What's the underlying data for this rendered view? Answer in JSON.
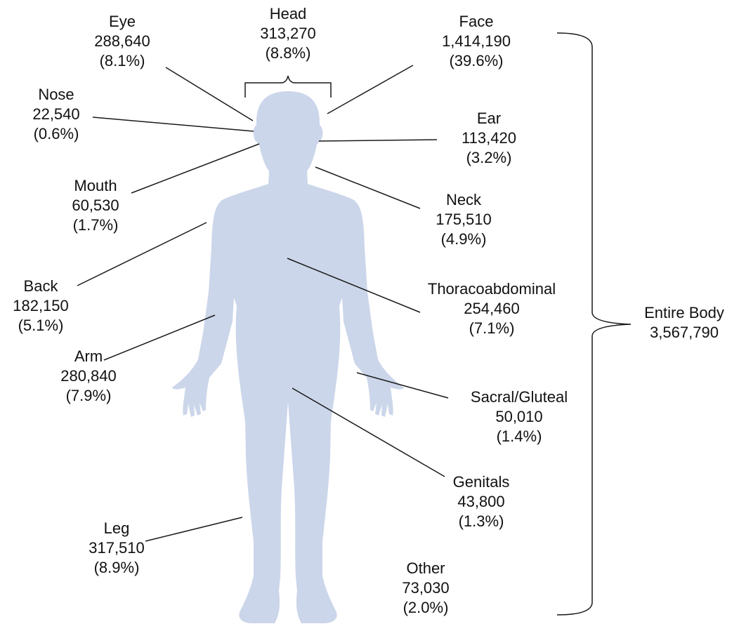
{
  "colors": {
    "body": "#ccd6ea",
    "line": "#1a1a1a"
  },
  "regions": {
    "eye": {
      "name": "Eye",
      "count": "288,640",
      "pct": "(8.1%)"
    },
    "head": {
      "name": "Head",
      "count": "313,270",
      "pct": "(8.8%)"
    },
    "face": {
      "name": "Face",
      "count": "1,414,190",
      "pct": "(39.6%)"
    },
    "nose": {
      "name": "Nose",
      "count": "22,540",
      "pct": "(0.6%)"
    },
    "ear": {
      "name": "Ear",
      "count": "113,420",
      "pct": "(3.2%)"
    },
    "mouth": {
      "name": "Mouth",
      "count": "60,530",
      "pct": "(1.7%)"
    },
    "neck": {
      "name": "Neck",
      "count": "175,510",
      "pct": "(4.9%)"
    },
    "back": {
      "name": "Back",
      "count": "182,150",
      "pct": "(5.1%)"
    },
    "thoracoabdominal": {
      "name": "Thoracoabdominal",
      "count": "254,460",
      "pct": "(7.1%)"
    },
    "arm": {
      "name": "Arm",
      "count": "280,840",
      "pct": "(7.9%)"
    },
    "sacral": {
      "name": "Sacral/Gluteal",
      "count": "50,010",
      "pct": "(1.4%)"
    },
    "genitals": {
      "name": "Genitals",
      "count": "43,800",
      "pct": "(1.3%)"
    },
    "leg": {
      "name": "Leg",
      "count": "317,510",
      "pct": "(8.9%)"
    },
    "other": {
      "name": "Other",
      "count": "73,030",
      "pct": "(2.0%)"
    }
  },
  "entire_body": {
    "name": "Entire Body",
    "count": "3,567,790"
  }
}
